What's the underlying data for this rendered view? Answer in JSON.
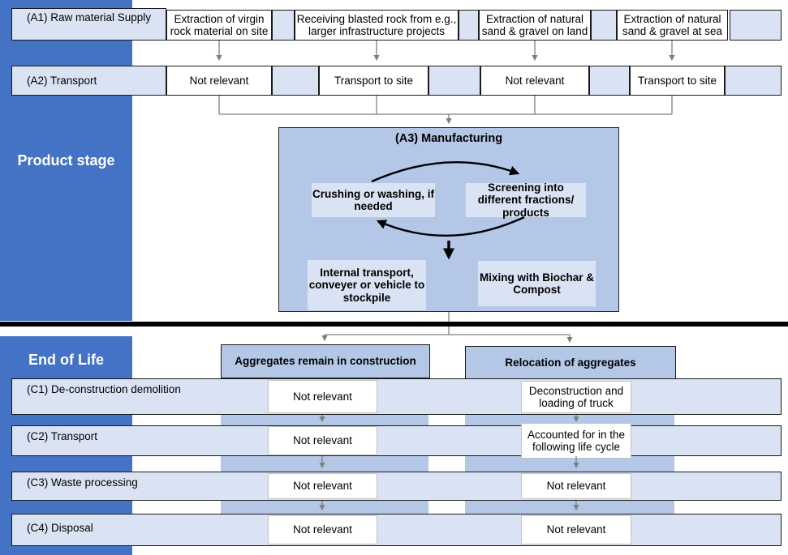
{
  "colors": {
    "dark_blue": "#4472C4",
    "medium_blue": "#B4C7E7",
    "light_blue": "#DAE3F3",
    "connector_gray": "#7f7f7f"
  },
  "sidebar": {
    "product_stage_label": "Product stage",
    "end_of_life_label": "End of Life"
  },
  "product_stage": {
    "a1": {
      "label": "(A1) Raw material Supply",
      "options": [
        "Extraction of virgin rock material on site",
        "Receiving blasted rock from e.g., larger infrastructure projects",
        "Extraction of natural sand & gravel on land",
        "Extraction of natural sand & gravel at sea"
      ]
    },
    "a2": {
      "label": "(A2) Transport",
      "options": [
        "Not relevant",
        "Transport to site",
        "Not relevant",
        "Transport to site"
      ]
    },
    "a3": {
      "title": "(A3) Manufacturing",
      "steps": {
        "crushing": "Crushing or washing, if needed",
        "screening": "Screening into different fractions/ products",
        "internal_transport": "Internal transport, conveyer or vehicle to stockpile",
        "mixing": "Mixing with Biochar & Compost"
      }
    }
  },
  "end_of_life": {
    "branches": [
      "Aggregates remain in construction",
      "Relocation of aggregates"
    ],
    "rows": [
      {
        "label": "(C1) De-construction demolition",
        "left": "Not relevant",
        "right": "Deconstruction and loading of truck"
      },
      {
        "label": "(C2) Transport",
        "left": "Not relevant",
        "right": "Accounted for in the following life cycle"
      },
      {
        "label": "(C3) Waste processing",
        "left": "Not relevant",
        "right": "Not relevant"
      },
      {
        "label": "(C4) Disposal",
        "left": "Not relevant",
        "right": "Not relevant"
      }
    ]
  }
}
